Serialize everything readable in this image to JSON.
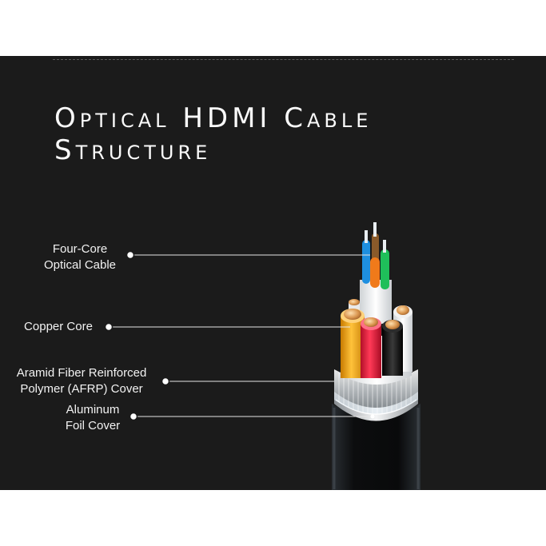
{
  "title": {
    "line1": "Optical HDMI Cable",
    "line2": "Structure"
  },
  "labels": {
    "optical": {
      "line1": "Four-Core",
      "line2": "Optical Cable"
    },
    "copper": {
      "line1": "Copper Core"
    },
    "afrp": {
      "line1": "Aramid Fiber Reinforced",
      "line2": "Polymer (AFRP) Cover"
    },
    "foil": {
      "line1": "Aluminum",
      "line2": "Foil Cover"
    }
  },
  "colors": {
    "background": "#1b1b1b",
    "text": "#f2f2f2",
    "fiber_blue": "#1e90e0",
    "fiber_green": "#1db954",
    "fiber_orange": "#f07a1a",
    "fiber_brown": "#8a5a2a",
    "wire_yellow": "#f2a514",
    "wire_red": "#e01e3c",
    "wire_black": "#111111",
    "copper": "#d89a5a"
  }
}
